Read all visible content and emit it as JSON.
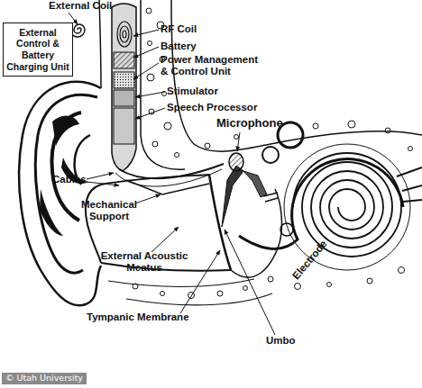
{
  "diagram": {
    "nodes": [
      {
        "text": [
          "External Control & Battery Charging Unit"
        ]
      }
    ],
    "labels": [
      "External Coil",
      "RF Coil",
      "Battery",
      "Power Management & Control Unit",
      "Stimulator",
      "Speech Processor",
      "Microphone",
      "Cables",
      "Mechanical Support",
      "External Acoustic Meatus",
      "Tympanic Membrane",
      "Umbo",
      "Electrode",
      "© Utah University"
    ]
  }
}
